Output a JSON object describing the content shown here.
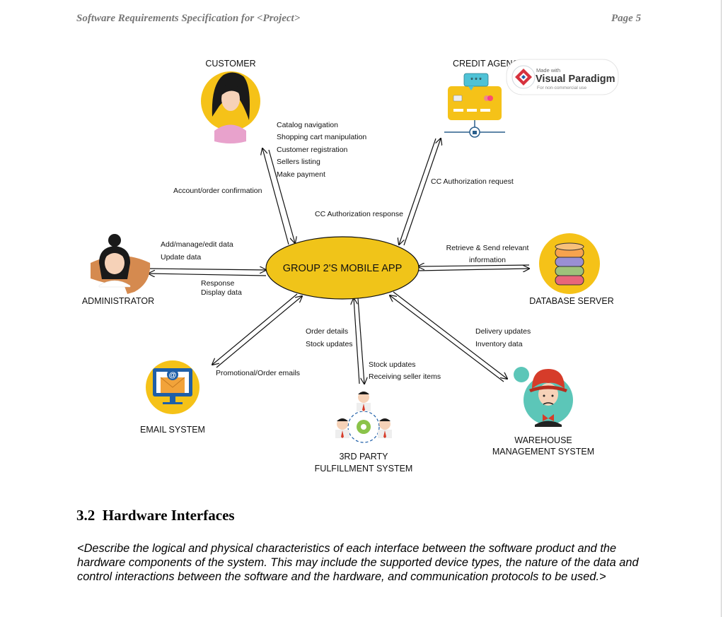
{
  "header": {
    "left": "Software Requirements Specification for <Project>",
    "right": "Page 5"
  },
  "diagram": {
    "center": "GROUP 2'S MOBILE APP",
    "watermark": {
      "small": "Made with",
      "brand": "Visual Paradigm",
      "sub": "For non-commercial use"
    },
    "entities": {
      "customer": "CUSTOMER",
      "credit": "CREDIT AGENCY",
      "administrator": "ADMINISTRATOR",
      "database": "DATABASE SERVER",
      "email": "EMAIL SYSTEM",
      "third_party_1": "3RD PARTY",
      "third_party_2": "FULFILLMENT SYSTEM",
      "warehouse_1": "WAREHOUSE",
      "warehouse_2": "MANAGEMENT SYSTEM"
    },
    "flows": {
      "customer_to_app": [
        "Catalog navigation",
        "Shopping cart manipulation",
        "Customer registration",
        "Sellers listing",
        "Make payment"
      ],
      "app_to_customer": "Account/order confirmation",
      "cc_request": "CC Authorization request",
      "cc_response": "CC Authorization response",
      "admin_to_app": [
        "Add/manage/edit data",
        "Update data"
      ],
      "app_to_admin": [
        "Response",
        "Display data"
      ],
      "db": [
        "Retrieve & Send relevant",
        "information"
      ],
      "email": "Promotional/Order emails",
      "order_stock": [
        "Order details",
        "Stock updates"
      ],
      "stock_receiving": [
        "Stock updates",
        "Receiving seller items"
      ],
      "delivery_inventory": [
        "Delivery updates",
        "Inventory data"
      ]
    },
    "card_code": "***"
  },
  "section": {
    "number": "3.2",
    "title": "Hardware Interfaces",
    "body": "<Describe the logical and physical characteristics of each interface between the software product and the hardware components of the system. This may include the supported device types, the nature of the data and control interactions between the software and the hardware, and communication protocols to be used.>"
  },
  "colors": {
    "ellipse": "#f0c419",
    "icon_yellow": "#f5c218",
    "skin": "#f6d2b8",
    "hair": "#1a1a1a",
    "teal": "#5cc6b8",
    "red": "#d63c2a"
  }
}
